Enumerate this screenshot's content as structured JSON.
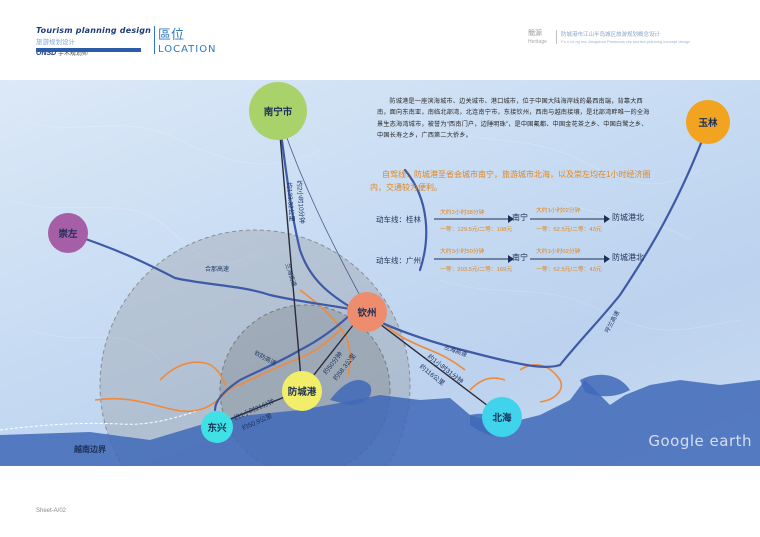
{
  "header": {
    "brand_en": "Tourism planning design",
    "brand_cn": "旅游规划设计",
    "brand_sub_mark": "ONSD",
    "brand_sub_cn": "宇木规划师",
    "title_cn": "區位",
    "title_en": "LOCATION",
    "right_cn": "簡源",
    "right_en": "Heritage",
    "right_project_cn": "防城港市江山半岛城区旅游规划概念设计",
    "right_project_en": "Fa n ch ng ma Jiangshan Peninsula city tourism planning concept design"
  },
  "map": {
    "description": "防城港是一座滨海城市、边关城市、港口城市，位于中国大陆海岸线的最西南端，背靠大西南，面向东南亚，南临北部湾，北连南宁市，东接钦州，西南与越南接壤，是北部湾畔唯一的全海景生态海湾城市，被誉为“西南门户，边陲明珠”，是中国氟都、中国金花茶之乡、中国白鹭之乡、中国长寿之乡，广西第二大侨乡。",
    "highlight": "自驾线：防城港至省会城市南宁，旅游城市北海，以及崇左均在1小时经济圈内，交通较为便利。",
    "cities": {
      "nanning": "南宁市",
      "yulin": "玉林",
      "chongzuo": "崇左",
      "qinzhou": "钦州",
      "fangchenggang": "防城港",
      "dongxing": "东兴",
      "beihai": "北海"
    },
    "roads": {
      "hepu": "合那高速",
      "lanhai": "兰海高速",
      "lanhai_east": "兰海高速",
      "qinfang": "钦防高速",
      "hunan": "呼兰高速"
    },
    "distances": {
      "nanning_time": "约2小时10分钟",
      "nanning_km": "约133.32公里",
      "qinzhou_time": "约50分钟",
      "qinzhou_km": "约58.3公里",
      "dongxing_time": "约1小时21分钟",
      "dongxing_km": "约50.9公里",
      "beihai_time": "约1小时31分钟",
      "beihai_km": "约116公里"
    },
    "routes": [
      {
        "label": "动车线：桂林",
        "mid": "南宁",
        "end": "防城港北",
        "time1": "大约2小时38分钟",
        "price1": "一等：129.5元/二等：108元",
        "time2": "大约1小时02分钟",
        "price2": "一等：52.5元/二等：43元"
      },
      {
        "label": "动车线：广州",
        "mid": "南宁",
        "end": "防城港北",
        "time1": "大约3小时50分钟",
        "price1": "一等：203.5元/二等：169元",
        "time2": "大约1小时02分钟",
        "price2": "一等：52.5元/二等：43元"
      }
    ],
    "border_label": "越南边界",
    "watermark": "Google earth"
  },
  "footer": "Sheet-A/02",
  "colors": {
    "nanning": "#a9d36a",
    "yulin": "#f2a31f",
    "chongzuo": "#a65ea7",
    "qinzhou": "#ee8d6d",
    "fangchenggang": "#f3ee6a",
    "dongxing": "#3fe1e6",
    "beihai": "#3fd3ec",
    "highway": "#3e5aa6",
    "local_road": "#f08a3a"
  }
}
